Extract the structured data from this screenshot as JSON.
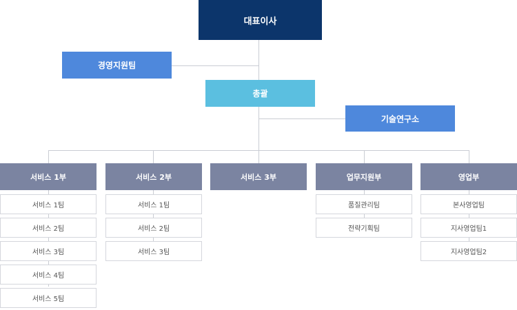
{
  "ceo": "대표이사",
  "management_team": "경영지원팀",
  "general": "총괄",
  "rnd_center": "기술연구소",
  "departments": [
    {
      "name": "서비스 1부",
      "teams": [
        "서비스 1팀",
        "서비스 2팀",
        "서비스 3팀",
        "서비스 4팀",
        "서비스 5팀"
      ]
    },
    {
      "name": "서비스 2부",
      "teams": [
        "서비스 1팀",
        "서비스 2팀",
        "서비스 3팀"
      ]
    },
    {
      "name": "서비스 3부",
      "teams": []
    },
    {
      "name": "업무지원부",
      "teams": [
        "품질관리팀",
        "전략기획팀"
      ]
    },
    {
      "name": "영업부",
      "teams": [
        "본사영업팀",
        "지사영업팀1",
        "지사영업팀2"
      ]
    }
  ],
  "colors": {
    "ceo": "#0c356b",
    "staff": "#4e88dc",
    "general": "#5bbfe0",
    "department": "#7b84a1",
    "connector": "#c9ccd3"
  }
}
